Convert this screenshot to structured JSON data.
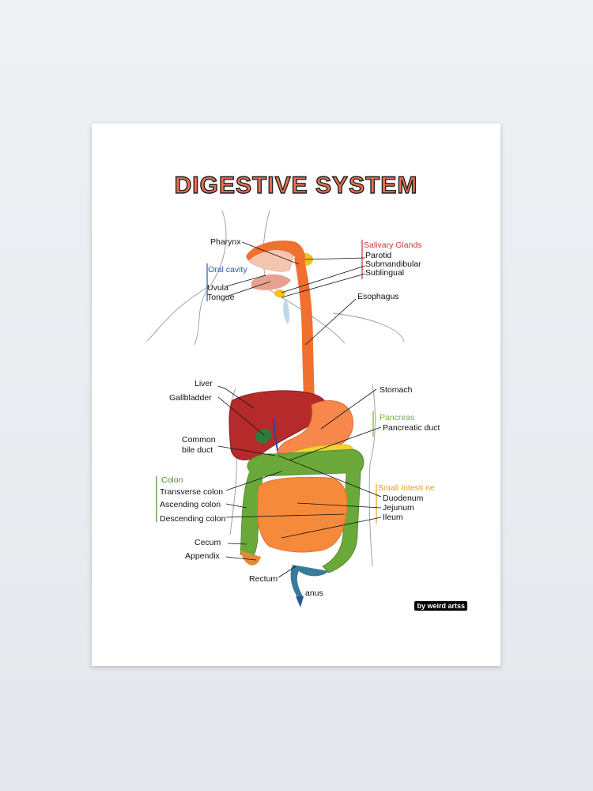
{
  "title": "DIGESTIVE SYSTEM",
  "credit": "by weird artss",
  "labels": {
    "pharynx": "Pharynx",
    "oral_cavity": "Oral cavity",
    "uvula": "Uvula",
    "tongue": "Tongue",
    "salivary_glands": "Salivary Glands",
    "parotid": "Parotid",
    "submandibular": "Submandibular",
    "sublingual": "Sublingual",
    "esophagus": "Esophagus",
    "liver": "Liver",
    "gallbladder": "Gallbladder",
    "common_bile_duct_1": "Common",
    "common_bile_duct_2": "bile duct",
    "stomach": "Stomach",
    "pancreas": "Pancreas",
    "pancreatic_duct": "Pancreatic duct",
    "colon": "Colon",
    "transverse_colon": "Transverse colon",
    "ascending_colon": "Ascending colon",
    "descending_colon": "Descending colon",
    "cecum": "Cecum",
    "appendix": "Appendix",
    "small_intestine": "Small Intesti ne",
    "duodenum": "Duodenum",
    "jejunum": "Jejunum",
    "ileum": "Ileum",
    "rectum": "Rectum",
    "anus": "anus"
  },
  "colors": {
    "title_fill": "#f07050",
    "salivary_header": "#c0392b",
    "oral_header": "#2a5aa0",
    "pancreas_header": "#7ab030",
    "colon_header": "#4a8a2a",
    "small_intestine_header": "#e0a020",
    "esophagus": "#f07030",
    "liver": "#b52a2a",
    "colon": "#6aa83a",
    "small_intestine": "#f58a3a"
  }
}
